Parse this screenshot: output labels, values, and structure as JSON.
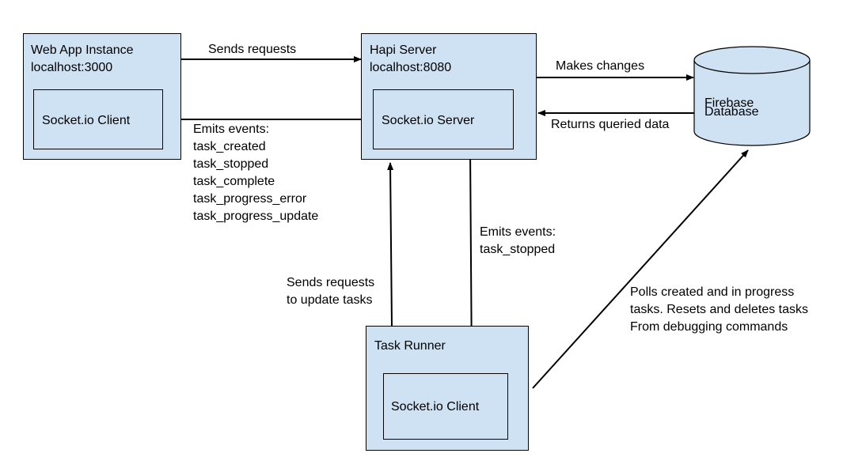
{
  "nodes": {
    "web_app": {
      "title": "Web App Instance",
      "subtitle": "localhost:3000",
      "inner": "Socket.io Client"
    },
    "hapi": {
      "title": "Hapi Server",
      "subtitle": "localhost:8080",
      "inner": "Socket.io Server"
    },
    "firebase": {
      "line1": "Firebase",
      "line2": "Database"
    },
    "task_runner": {
      "title": "Task Runner",
      "inner": "Socket.io Client"
    }
  },
  "edges": {
    "web_to_hapi": "Sends requests",
    "hapi_to_web": {
      "heading": "Emits events:",
      "events": [
        "task_created",
        "task_stopped",
        "task_complete",
        "task_progress_error",
        "task_progress_update"
      ]
    },
    "hapi_to_firebase": "Makes changes",
    "firebase_to_hapi": "Returns queried data",
    "hapi_to_runner": {
      "heading": "Emits events:",
      "events": [
        "task_stopped"
      ]
    },
    "runner_to_hapi": [
      "Sends requests",
      "to update tasks"
    ],
    "runner_to_firebase": [
      "Polls created and in progress",
      "tasks. Resets and deletes tasks",
      "From debugging commands"
    ]
  }
}
